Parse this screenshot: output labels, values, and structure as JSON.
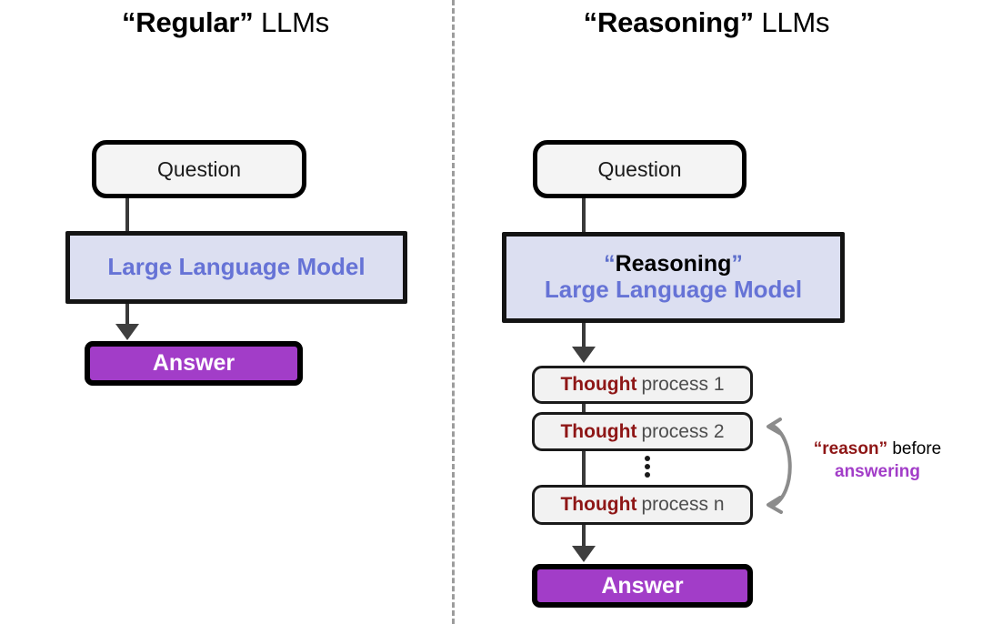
{
  "divider": {
    "style": "vertical-dashed",
    "color": "#9c9c9c"
  },
  "colors": {
    "purple_answer": "#a23dc8",
    "lavender_fill": "#dcdff1",
    "llm_text_blue": "#6673d6",
    "thought_red": "#8e1616",
    "process_gray": "#4d4d4d",
    "connector_gray": "#3f3f3f",
    "brace_gray": "#8c8c8c",
    "box_fill": "#f4f4f4"
  },
  "left": {
    "title": {
      "quoted": "“Regular”",
      "plain": " LLMs"
    },
    "question": {
      "label": "Question"
    },
    "llm": {
      "name": "Large Language Model"
    },
    "answer": {
      "label": "Answer"
    }
  },
  "right": {
    "title": {
      "quoted": "“Reasoning”",
      "plain": " LLMs"
    },
    "question": {
      "label": "Question"
    },
    "llm": {
      "quote_open": "“",
      "heading": "Reasoning",
      "quote_close": "”",
      "name": "Large Language Model"
    },
    "thoughts": [
      {
        "bold": "Thought",
        "rest": "process 1"
      },
      {
        "bold": "Thought",
        "rest": "process 2"
      },
      {
        "bold": "Thought",
        "rest": "process n"
      }
    ],
    "ellipsis": "⋮",
    "annotation": {
      "quoted_bold": "“reason”",
      "middle": " before",
      "second_line": "answering"
    },
    "answer": {
      "label": "Answer"
    }
  }
}
